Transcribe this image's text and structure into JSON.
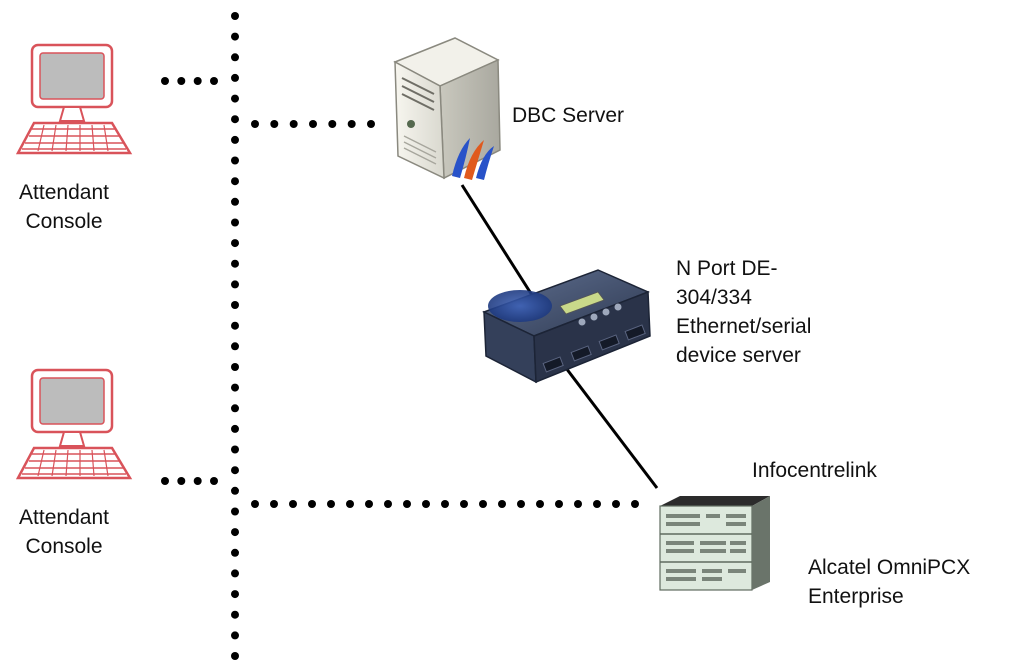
{
  "labels": {
    "console_top_line1": "Attendant",
    "console_top_line2": "Console",
    "console_bottom_line1": "Attendant",
    "console_bottom_line2": "Console",
    "dbc_server": "DBC Server",
    "nport_line1": "N Port DE-",
    "nport_line2": "304/334",
    "nport_line3": "Ethernet/serial",
    "nport_line4": "device server",
    "infocentrelink": "Infocentrelink",
    "alcatel_line1": "Alcatel OmniPCX",
    "alcatel_line2": "Enterprise"
  },
  "colors": {
    "dots": "#000000",
    "cable": "#000000",
    "monitor_outline": "#d9535a",
    "monitor_screen": "#b9b9b9",
    "server_body": "#ecebe4",
    "device_body": "#3c4a66",
    "pbx_panel": "#e4efe4"
  },
  "icons": {
    "console_top": "computer-icon",
    "console_bottom": "computer-icon",
    "server": "server-tower-icon",
    "nport": "device-server-icon",
    "pbx": "pbx-stack-icon"
  }
}
